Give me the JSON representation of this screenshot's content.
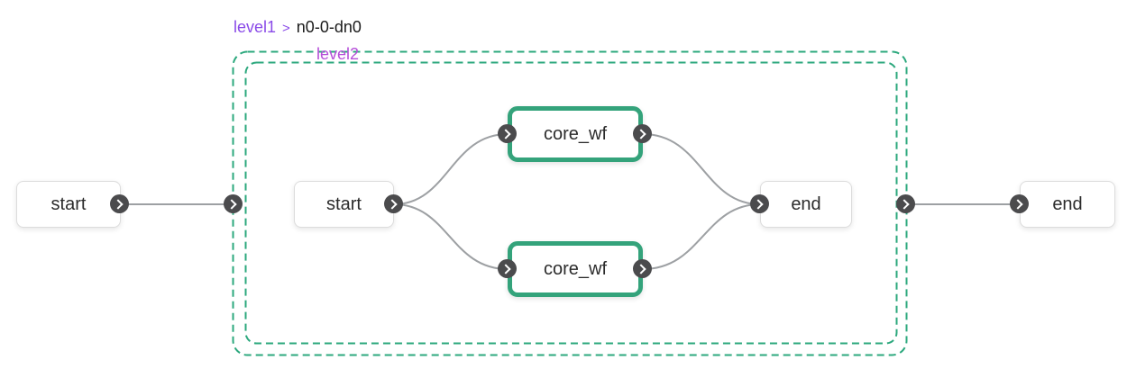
{
  "breadcrumb": {
    "parent": "level1",
    "separator": ">",
    "current": "n0-0-dn0"
  },
  "group": {
    "label": "level2"
  },
  "nodes": {
    "outer_start": {
      "label": "start"
    },
    "inner_start": {
      "label": "start"
    },
    "core_top": {
      "label": "core_wf"
    },
    "core_bottom": {
      "label": "core_wf"
    },
    "inner_end": {
      "label": "end"
    },
    "outer_end": {
      "label": "end"
    }
  },
  "colors": {
    "group_dashed_border": "#2ca87d",
    "task_node_border": "#34a37b",
    "edge": "#9da0a3",
    "port_background": "#4b4b4d",
    "port_chevron": "#ffffff",
    "breadcrumb_link": "#8a4be8",
    "group_label": "#b64fd9",
    "node_text": "#2b2b2b",
    "node_border": "#dcdcdc",
    "background": "#ffffff"
  }
}
